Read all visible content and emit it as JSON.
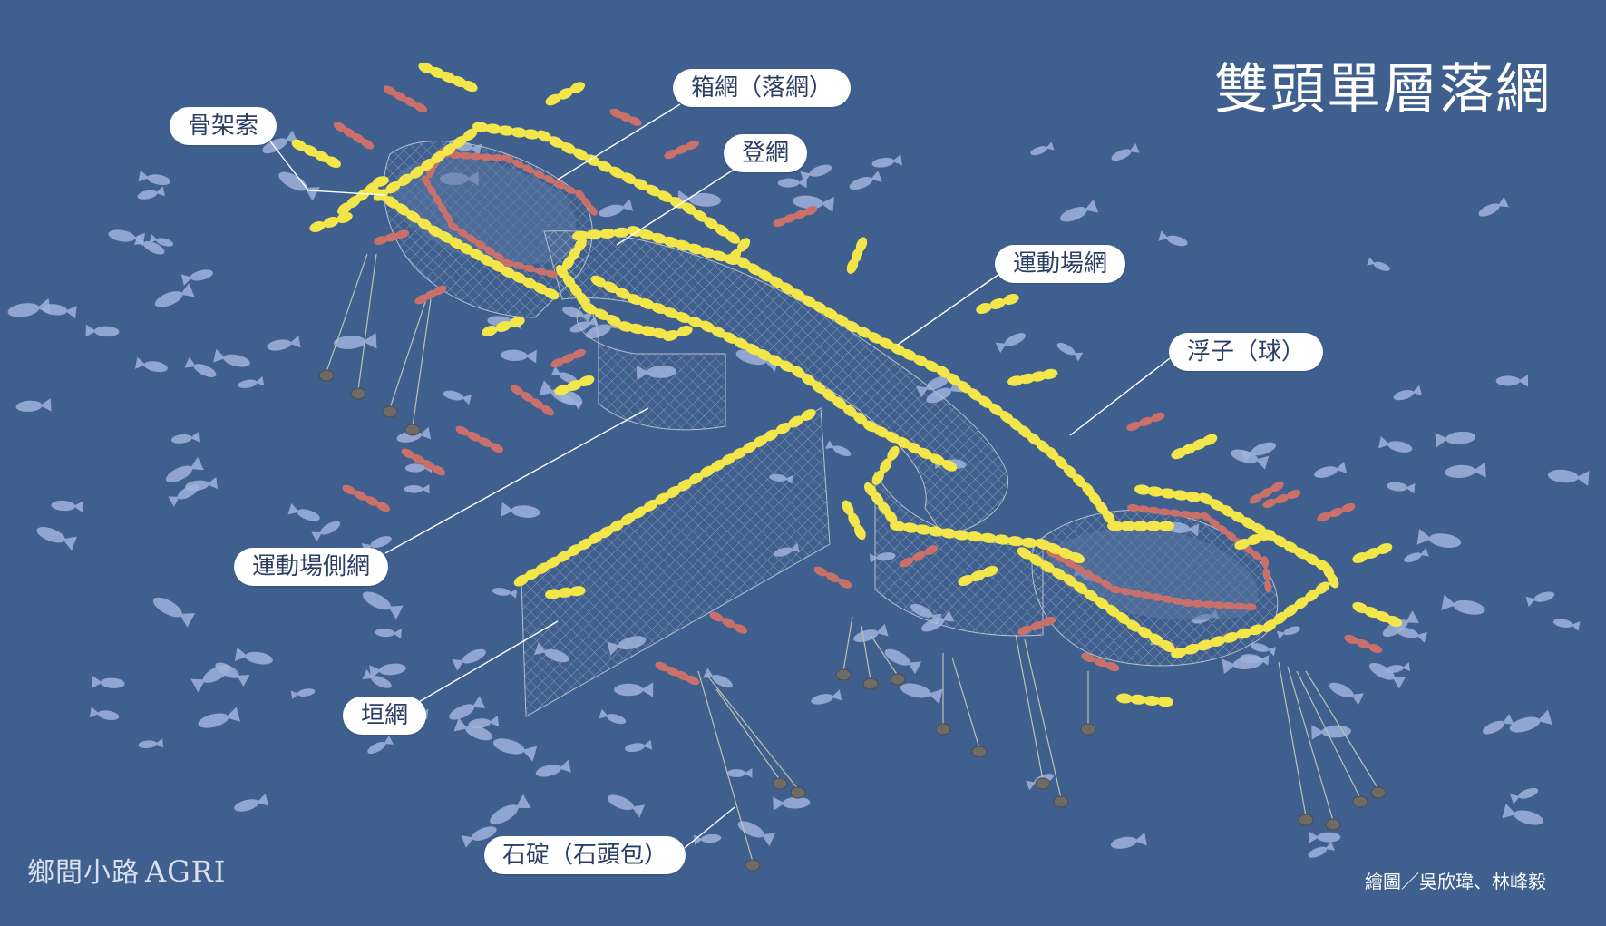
{
  "title": "雙頭單層落網",
  "labels": {
    "skeleton_rope": "骨架索",
    "box_net": "箱網（落網）",
    "climb_net": "登網",
    "playground_net": "運動場網",
    "float": "浮子（球）",
    "playground_side_net": "運動場側網",
    "leader_net": "垣網",
    "sinker": "石碇（石頭包）"
  },
  "credit": "繪圖／吳欣瑋、林峰毅",
  "logo": {
    "chinese": "鄉間小路",
    "latin": "AGRI"
  },
  "colors": {
    "background": "#3f5f8f",
    "float_yellow": "#f3e64a",
    "buoy_red": "#c9706a",
    "net_grey": "#9aa6b3",
    "fish": "#9fb3dc",
    "label_bg": "#ffffff"
  }
}
